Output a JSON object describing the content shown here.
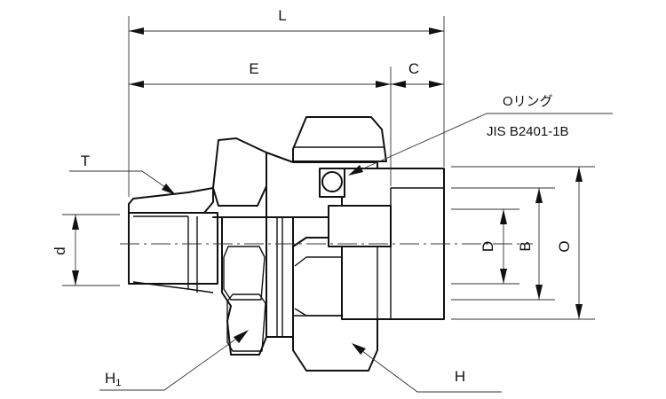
{
  "labels": {
    "L": "L",
    "E": "E",
    "C": "C",
    "T": "T",
    "d": "d",
    "D": "D",
    "B": "B",
    "O": "O",
    "H1_main": "H",
    "H1_sub": "1",
    "H": "H",
    "oring_name": "Oリング",
    "oring_standard": "JIS B2401-1B"
  }
}
